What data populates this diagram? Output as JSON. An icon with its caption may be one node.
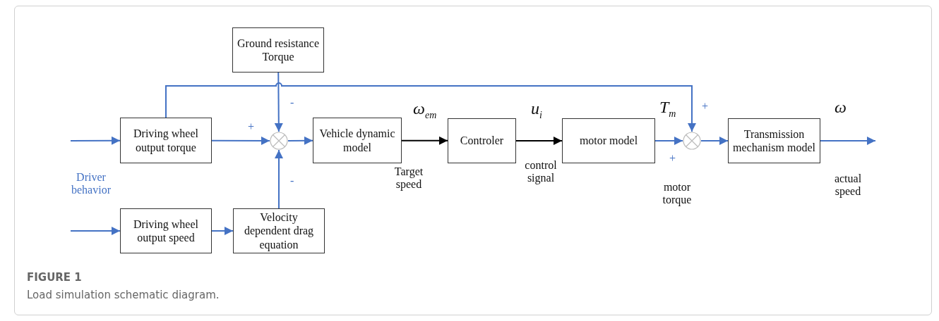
{
  "diagram": {
    "title": "FIGURE 1",
    "caption": "Load simulation schematic diagram.",
    "nodes": [
      {
        "text": [
          "Ground resistance Torque"
        ]
      },
      {
        "text": [
          "Driving wheel output torque"
        ]
      },
      {
        "text": [],
        "shape": "circle"
      },
      {
        "text": [
          "Vehicle dynamic model"
        ]
      },
      {
        "text": [
          "Controler"
        ]
      },
      {
        "text": [
          "motor model"
        ]
      },
      {
        "text": [],
        "shape": "circle"
      },
      {
        "text": [
          "Transmission mechanism model"
        ]
      },
      {
        "text": [
          "Driving wheel output speed"
        ]
      },
      {
        "text": [
          "Velocity dependent drag equation"
        ]
      }
    ],
    "edges": [
      {
        "from": null,
        "to": 1,
        "arrow": "to"
      },
      {
        "from": null,
        "to": 8,
        "arrow": "to"
      },
      {
        "from": 0,
        "to": 2,
        "arrow": "to"
      },
      {
        "from": 1,
        "to": 2,
        "arrow": "to"
      },
      {
        "from": 1,
        "to": 6,
        "arrow": "to"
      },
      {
        "from": 9,
        "to": 2,
        "arrow": "to"
      },
      {
        "from": 8,
        "to": 9,
        "arrow": "to"
      },
      {
        "from": 2,
        "to": 3,
        "arrow": "to"
      },
      {
        "from": 3,
        "to": 4,
        "arrow": "to",
        "label": "ω$_{em}$",
        "color": "#000000"
      },
      {
        "from": 4,
        "to": 5,
        "arrow": "to",
        "label": "u$_{i}$",
        "color": "#000000"
      },
      {
        "from": 5,
        "to": 6,
        "arrow": "to",
        "label": "T$_{m}$"
      },
      {
        "from": 6,
        "to": 7,
        "arrow": "to"
      },
      {
        "from": 7,
        "to": null,
        "arrow": "to",
        "label": "ω"
      }
    ],
    "labels": [
      "Driver behavior",
      "+",
      "-",
      "-",
      "Target speed",
      "control signal",
      "+",
      "+",
      "motor torque",
      "actual speed"
    ]
  }
}
